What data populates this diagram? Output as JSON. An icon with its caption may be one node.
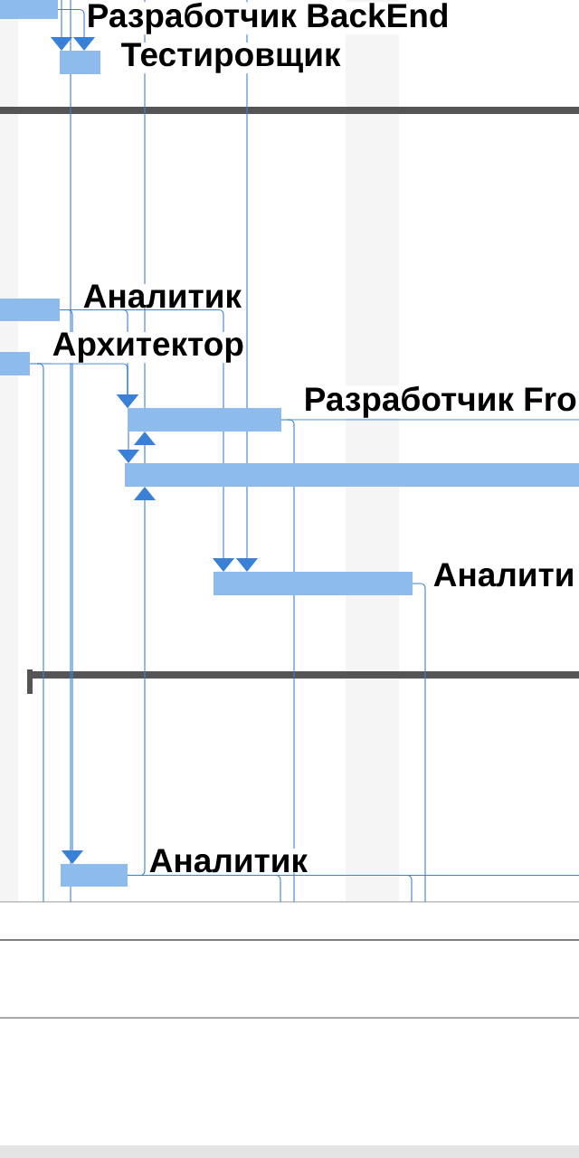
{
  "diagram": {
    "nodes": [
      {
        "text": [],
        "shape": "bar",
        "beside": [
          "Разработчик BackEnd"
        ]
      },
      {
        "text": [],
        "shape": "bar",
        "beside": [
          "Тестировщик"
        ]
      },
      {
        "text": [],
        "shape": "bar",
        "beside": [
          "Аналитик"
        ]
      },
      {
        "text": [],
        "shape": "bar",
        "beside": [
          "Архитектор"
        ]
      },
      {
        "text": [],
        "shape": "bar",
        "beside": [
          "Разработчик Fro"
        ]
      },
      {
        "text": [],
        "shape": "bar"
      },
      {
        "text": [],
        "shape": "bar",
        "beside": [
          "Аналити"
        ]
      },
      {
        "text": [],
        "shape": "bar",
        "beside": [
          "Аналитик"
        ]
      }
    ],
    "edges": [
      {
        "from": 0,
        "to": 1,
        "arrow": "to"
      },
      {
        "from": 0,
        "to": 1,
        "arrow": "to"
      },
      {
        "from": 2,
        "to": 7,
        "arrow": "to"
      },
      {
        "from": 2,
        "to": 4,
        "arrow": "to"
      },
      {
        "from": 3,
        "to": 4,
        "arrow": "to"
      },
      {
        "from": 4,
        "to": 5,
        "arrow": "to"
      },
      {
        "from": 2,
        "to": 4,
        "arrow": "none"
      },
      {
        "from": 4,
        "to": 5,
        "arrow": "none"
      },
      {
        "from": 5,
        "to": 6,
        "arrow": "to"
      },
      {
        "from": 0,
        "to": 4,
        "arrow": "none"
      },
      {
        "from": 4,
        "to": 5,
        "arrow": "none"
      },
      {
        "from": 5,
        "to": 6,
        "arrow": "to"
      },
      {
        "from": 3,
        "to": null,
        "arrow": "none"
      },
      {
        "from": 5,
        "to": 4,
        "arrow": "to"
      },
      {
        "from": 7,
        "to": 5,
        "arrow": "to"
      },
      {
        "from": 0,
        "to": 4,
        "arrow": "none"
      },
      {
        "from": 4,
        "to": null,
        "arrow": "none"
      },
      {
        "from": 4,
        "to": 5,
        "arrow": "none"
      },
      {
        "from": 5,
        "to": 6,
        "arrow": "none"
      },
      {
        "from": 6,
        "to": null,
        "arrow": "none"
      },
      {
        "from": 6,
        "to": null,
        "arrow": "none"
      },
      {
        "from": 7,
        "to": null,
        "arrow": "none"
      },
      {
        "from": 7,
        "to": null,
        "arrow": "none"
      },
      {
        "from": 7,
        "to": null,
        "arrow": "none"
      }
    ]
  }
}
